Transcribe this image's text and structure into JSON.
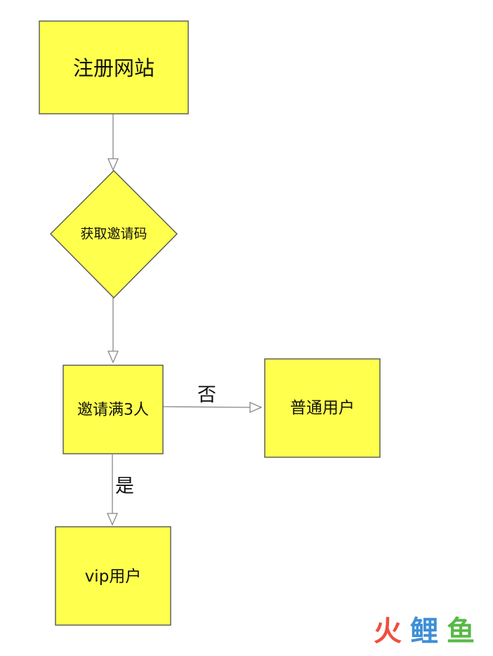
{
  "diagram": {
    "nodes": {
      "register": {
        "label": "注册网站",
        "shape": "rectangle"
      },
      "get_code": {
        "label": "获取邀请码",
        "shape": "diamond"
      },
      "invite_check": {
        "label": "邀请满3人",
        "shape": "rectangle"
      },
      "normal_user": {
        "label": "普通用户",
        "shape": "rectangle"
      },
      "vip_user": {
        "label": "vip用户",
        "shape": "rectangle"
      }
    },
    "edges": {
      "register_to_code": {
        "from": "注册网站",
        "to": "获取邀请码",
        "label": ""
      },
      "code_to_check": {
        "from": "获取邀请码",
        "to": "邀请满3人",
        "label": ""
      },
      "check_no": {
        "from": "邀请满3人",
        "to": "普通用户",
        "label": "否"
      },
      "check_yes": {
        "from": "邀请满3人",
        "to": "vip用户",
        "label": "是"
      }
    },
    "colors": {
      "node_fill": "#ffff4d",
      "node_stroke": "#555555",
      "edge_stroke": "#888888"
    }
  },
  "watermark": {
    "text": "火鲤鱼",
    "colors": [
      "#f04e3e",
      "#3d8fd6",
      "#58b947"
    ]
  }
}
